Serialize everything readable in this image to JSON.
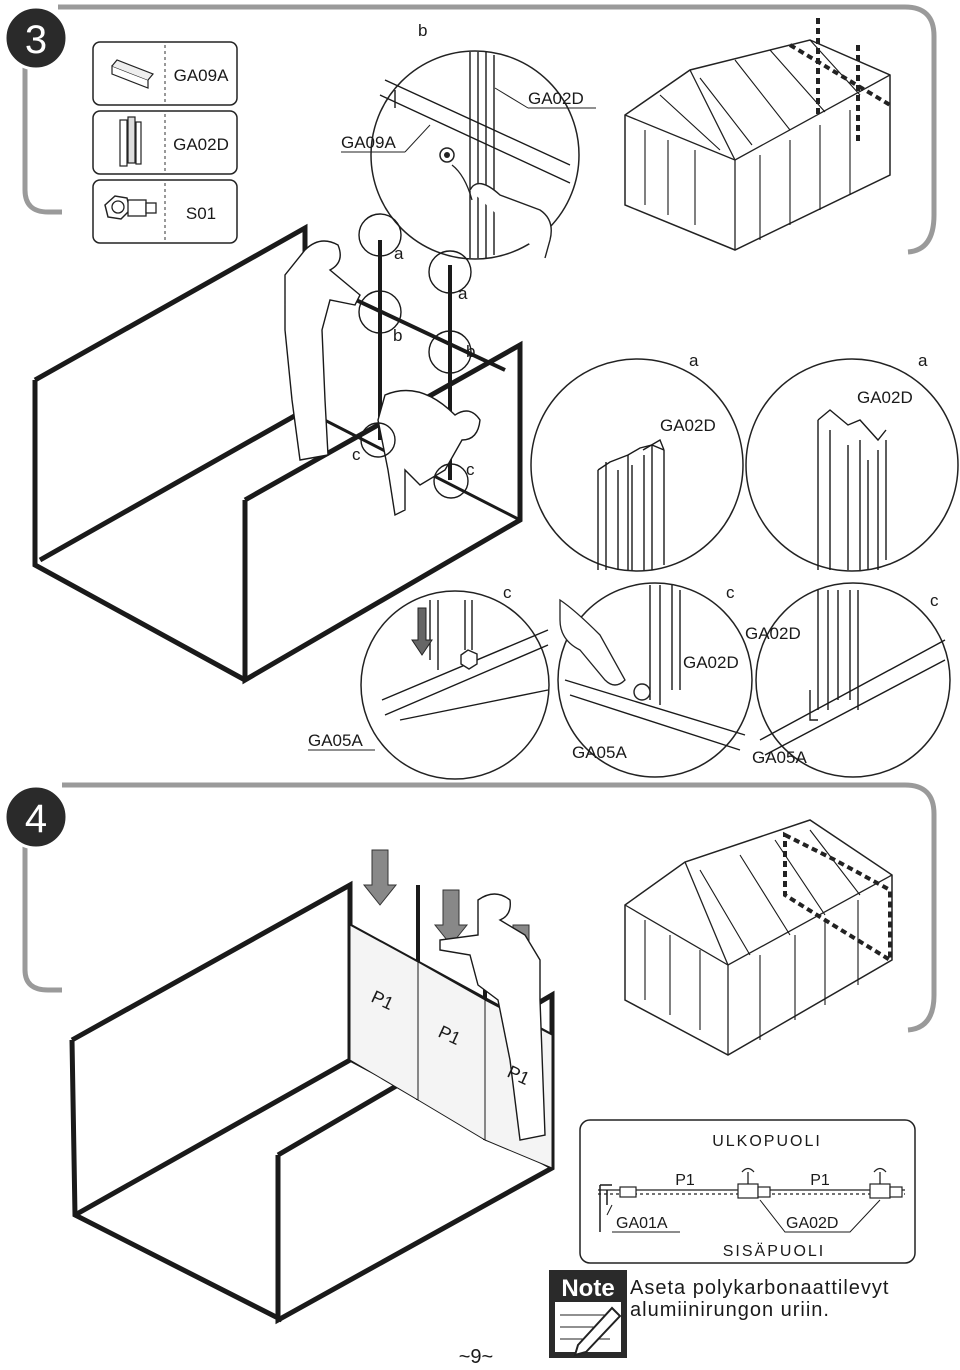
{
  "step3": {
    "number": "3",
    "parts": [
      {
        "code": "GA09A",
        "icon": "angle-profile-icon"
      },
      {
        "code": "GA02D",
        "icon": "double-profile-icon"
      },
      {
        "code": "S01",
        "icon": "bolt-nut-icon"
      }
    ],
    "callouts": {
      "top_b": "b",
      "top_ga02d": "GA02D",
      "top_ga09a": "GA09A",
      "a1": "a",
      "a2": "a",
      "b1": "b",
      "b2": "b",
      "c1": "c",
      "c2": "c"
    },
    "detail_a_left": {
      "letter": "a",
      "part": "GA02D"
    },
    "detail_a_right": {
      "letter": "a",
      "part": "GA02D"
    },
    "detail_c1": {
      "letter": "c",
      "part": "GA05A"
    },
    "detail_c2": {
      "letter": "c",
      "part_top": "GA02D",
      "part_bottom": "GA05A"
    },
    "detail_c3": {
      "letter": "c",
      "part_top": "GA02D",
      "part_bottom": "GA05A"
    }
  },
  "step4": {
    "number": "4",
    "panel_label": "P1",
    "cross_section": {
      "outside": "ULKOPUOLI",
      "inside": "SISÄPUOLI",
      "p1_left": "P1",
      "p1_right": "P1",
      "part_left": "GA01A",
      "part_right": "GA02D"
    },
    "note": {
      "badge": "Note",
      "line1": "Aseta polykarbonaattilevyt",
      "line2": "alumiinirungon uriin."
    }
  },
  "page_number": "~9~"
}
